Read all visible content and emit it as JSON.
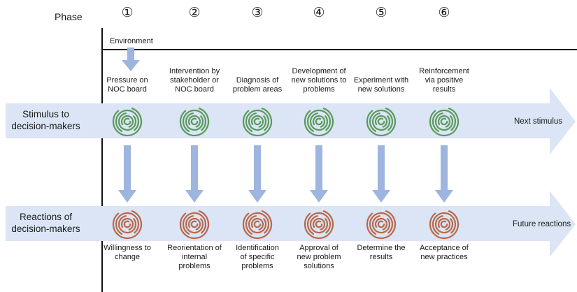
{
  "header": {
    "phase_label": "Phase",
    "phase_numbers": [
      "①",
      "②",
      "③",
      "④",
      "⑤",
      "⑥"
    ]
  },
  "environment_label": "Environment",
  "top_row": {
    "label": "Stimulus to decision-makers",
    "label_lines": [
      "Stimulus to",
      "decision-makers"
    ],
    "end_label": "Next stimulus",
    "captions": [
      [
        "Pressure on",
        "NOC board"
      ],
      [
        "Intervention by",
        "stakeholder or",
        "NOC board"
      ],
      [
        "Diagnosis of",
        "problem areas"
      ],
      [
        "Development of",
        "new solutions to",
        "problems"
      ],
      [
        "Experiment with",
        "new solutions"
      ],
      [
        "Reinforcement",
        "via positive",
        "results"
      ]
    ]
  },
  "bottom_row": {
    "label": "Reactions of decision-makers",
    "label_lines": [
      "Reactions of",
      "decision-makers"
    ],
    "end_label": "Future reactions",
    "captions": [
      [
        "Willingness to",
        "change"
      ],
      [
        "Reorientation of",
        "internal",
        "problems"
      ],
      [
        "Identification",
        "of specific",
        "problems"
      ],
      [
        "Approval of",
        "new problem",
        "solutions"
      ],
      [
        "Determine the",
        "results"
      ],
      [
        "Acceptance of",
        "new practices"
      ]
    ]
  },
  "colors": {
    "band": "#dbe5f5",
    "arrow": "#9db5df",
    "stimulus_icon": "#5a9a5a",
    "reaction_icon": "#b8684a"
  },
  "icons": {
    "stimulus": "spiral-icon",
    "reaction": "spiral-icon"
  }
}
